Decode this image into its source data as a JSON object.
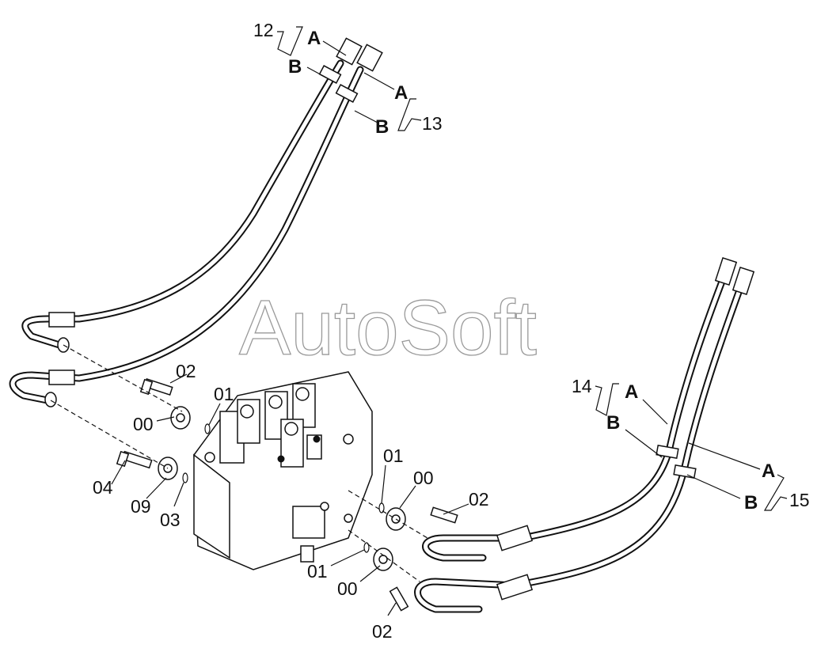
{
  "watermark": "AutoSoft",
  "callouts": {
    "hose_12": {
      "number": "12",
      "end_a": "A",
      "end_b": "B"
    },
    "hose_13": {
      "number": "13",
      "end_a": "A",
      "end_b": "B"
    },
    "hose_14": {
      "number": "14",
      "end_a": "A",
      "end_b": "B"
    },
    "hose_15": {
      "number": "15",
      "end_a": "A",
      "end_b": "B"
    },
    "parts": {
      "p02_top": "02",
      "p01_top": "01",
      "p00_top": "00",
      "p04": "04",
      "p09": "09",
      "p03": "03",
      "p01_right": "01",
      "p00_right": "00",
      "p02_right": "02",
      "p01_bottom": "01",
      "p00_bottom": "00",
      "p02_bottom": "02"
    }
  }
}
